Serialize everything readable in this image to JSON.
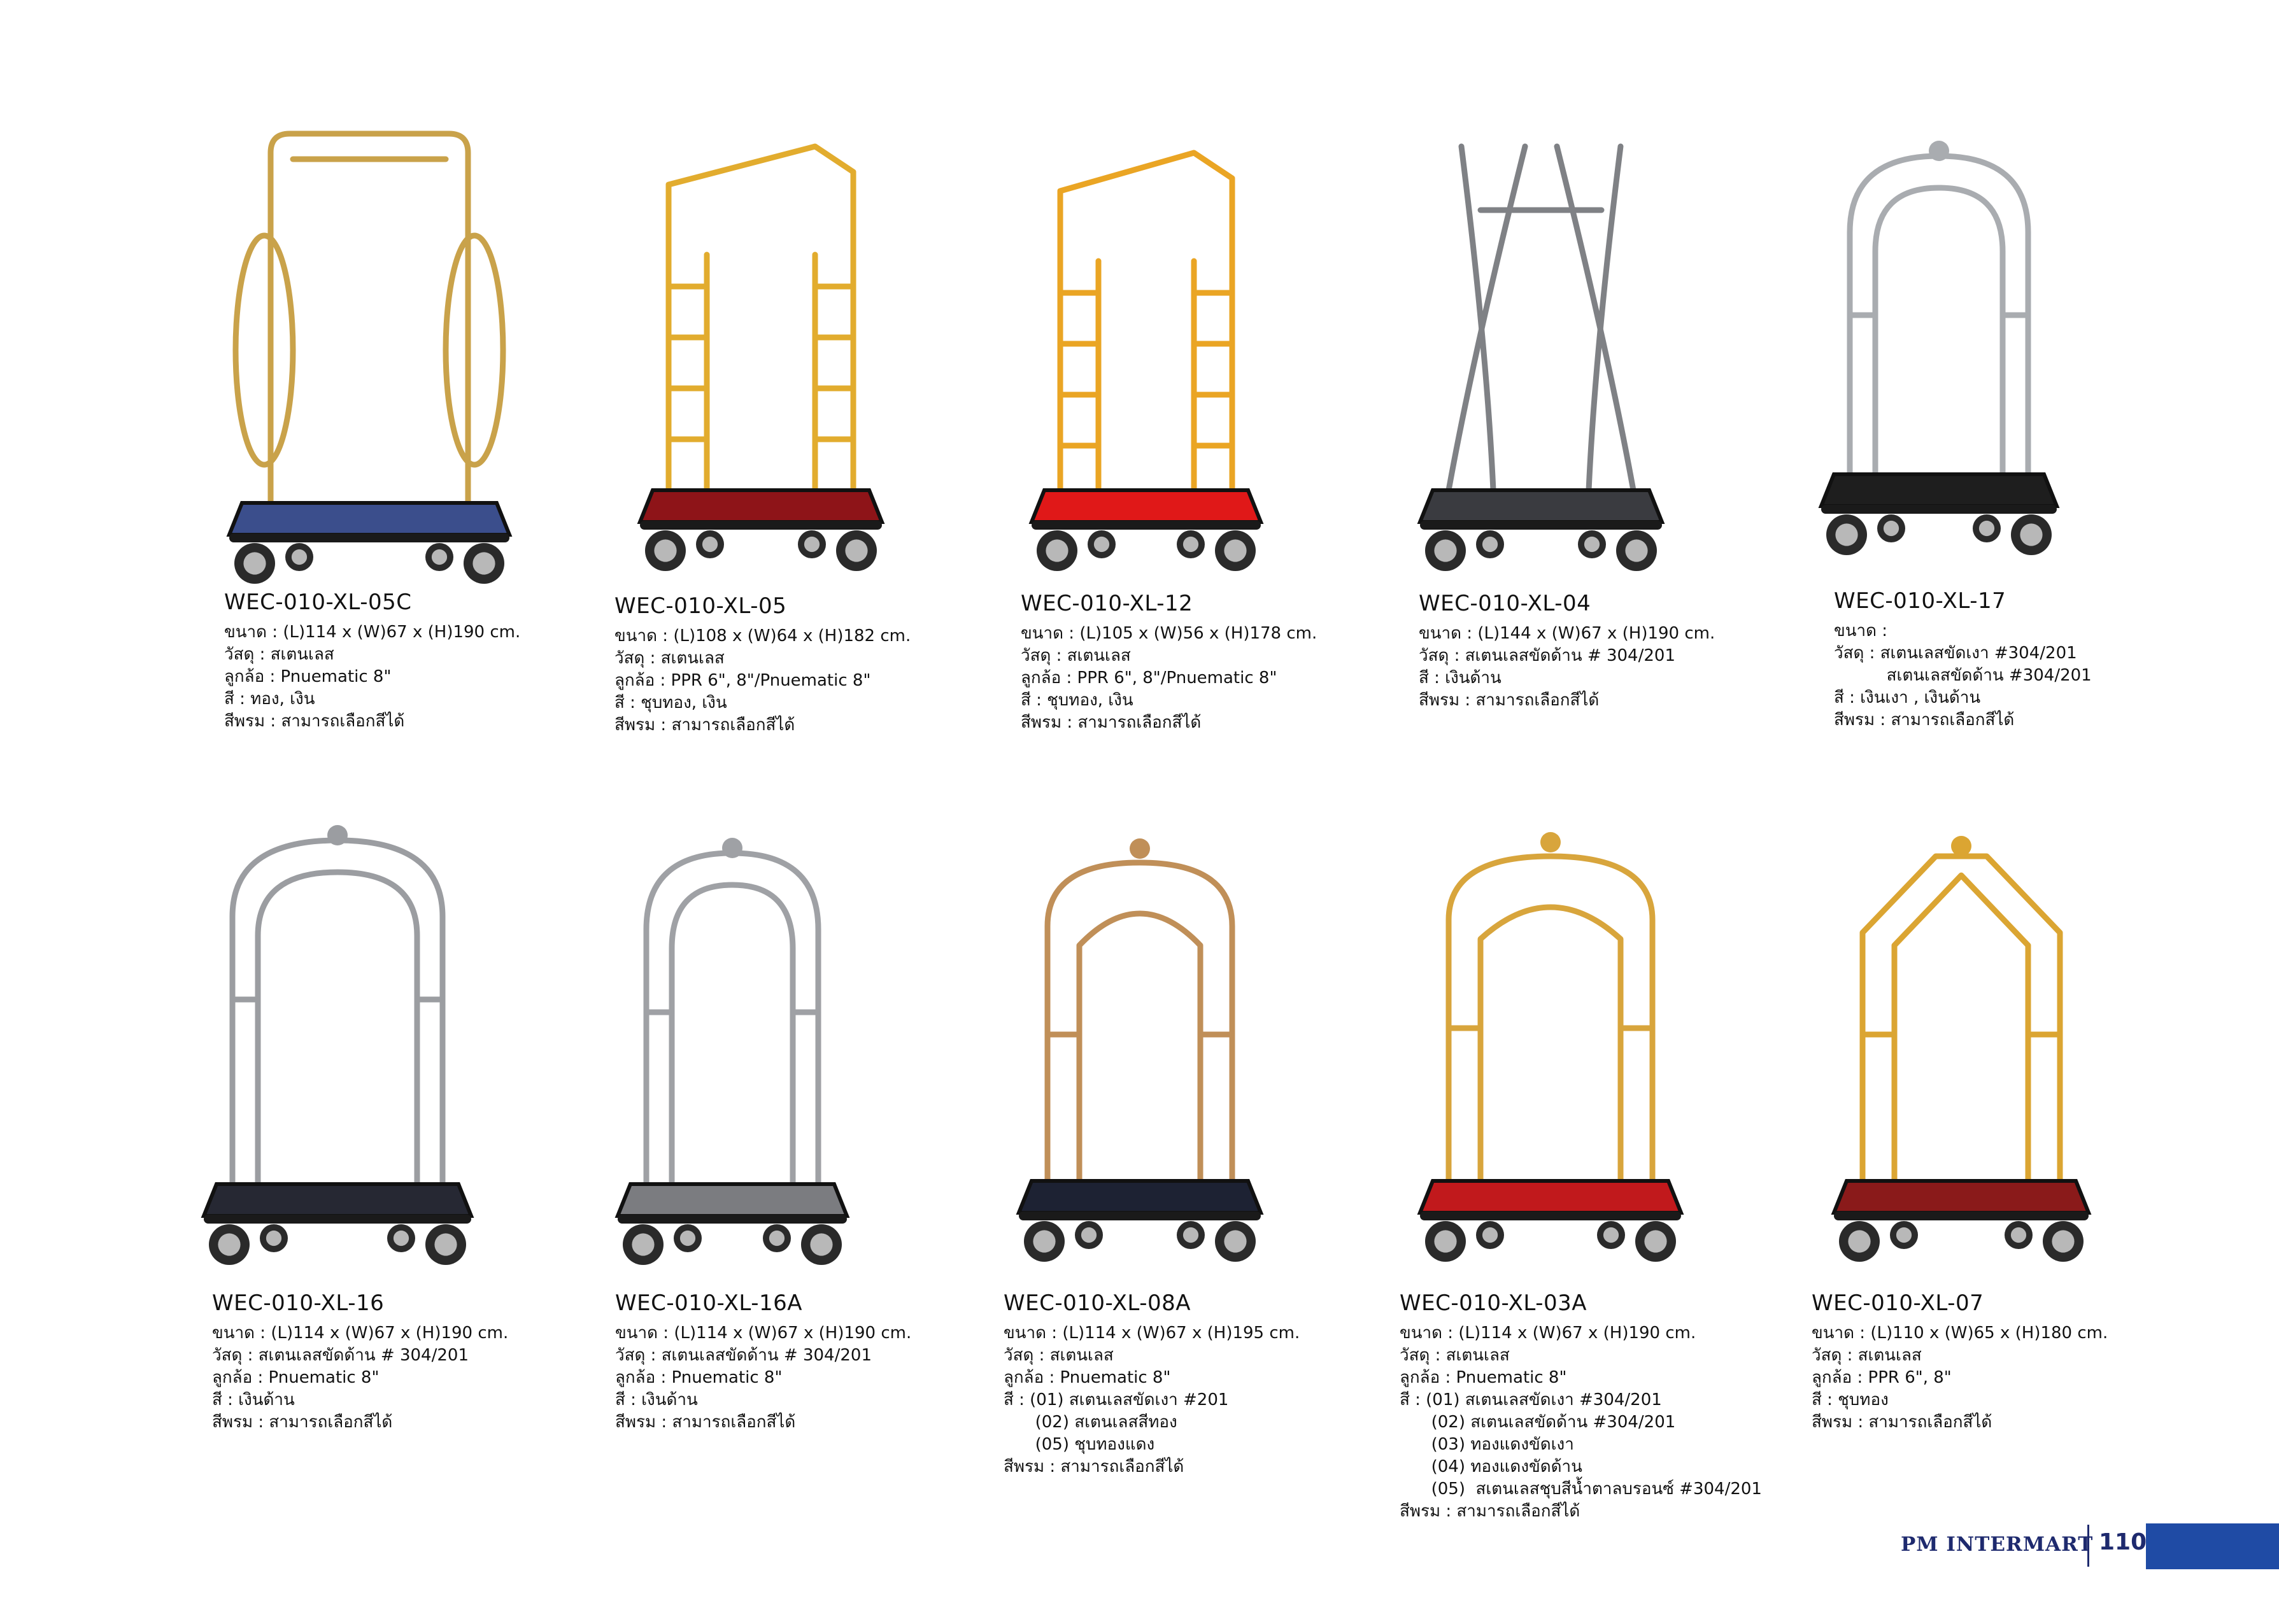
{
  "products": [
    {
      "model": "WEC-010-XL-05C",
      "specs": [
        "ขนาด : (L)114 x (W)67 x (H)190 cm.",
        "วัสดุ : สเตนเลส",
        "ลูกล้อ : Pnuematic 8\"",
        "สี : ทอง, เงิน",
        "สีพรม : สามารถเลือกสีได้"
      ],
      "frame_color": "#c9a24a",
      "carpet_color": "#3b4e8c",
      "style": "oval"
    },
    {
      "model": "WEC-010-XL-05",
      "specs": [
        "ขนาด : (L)108 x (W)64 x (H)182 cm.",
        "วัสดุ : สเตนเลส",
        "ลูกล้อ : PPR 6\", 8\"/Pnuematic 8\"",
        "สี : ชุบทอง, เงิน",
        "สีพรม : สามารถเลือกสีได้"
      ],
      "frame_color": "#e2ac2e",
      "carpet_color": "#8e1418",
      "style": "ladder"
    },
    {
      "model": "WEC-010-XL-12",
      "specs": [
        "ขนาด : (L)105 x (W)56 x (H)178 cm.",
        "วัสดุ : สเตนเลส",
        "ลูกล้อ : PPR 6\", 8\"/Pnuematic 8\"",
        "สี : ชุบทอง, เงิน",
        "สีพรม : สามารถเลือกสีได้"
      ],
      "frame_color": "#eaa524",
      "carpet_color": "#e01818",
      "style": "ladder"
    },
    {
      "model": "WEC-010-XL-04",
      "specs": [
        "ขนาด : (L)144 x (W)67 x (H)190 cm.",
        "วัสดุ : สเตนเลสขัดด้าน # 304/201",
        "สี : เงินด้าน",
        "สีพรม : สามารถเลือกสีได้"
      ],
      "frame_color": "#7f8185",
      "carpet_color": "#3a3b40",
      "style": "cross"
    },
    {
      "model": "WEC-010-XL-17",
      "specs": [
        "ขนาด :",
        "วัสดุ : สเตนเลสขัดเงา #304/201",
        "          สเตนเลสขัดด้าน #304/201",
        "สี : เงินเงา , เงินด้าน",
        "สีพรม : สามารถเลือกสีได้"
      ],
      "frame_color": "#a9acb0",
      "carpet_color": "#1e1e1e",
      "style": "cage"
    },
    {
      "model": "WEC-010-XL-16",
      "specs": [
        "ขนาด : (L)114 x (W)67 x (H)190 cm.",
        "วัสดุ : สเตนเลสขัดด้าน # 304/201",
        "ลูกล้อ : Pnuematic 8\"",
        "สี : เงินด้าน",
        "สีพรม : สามารถเลือกสีได้"
      ],
      "frame_color": "#9b9da1",
      "carpet_color": "#262833",
      "style": "arch"
    },
    {
      "model": "WEC-010-XL-16A",
      "specs": [
        "ขนาด : (L)114 x (W)67 x (H)190 cm.",
        "วัสดุ : สเตนเลสขัดด้าน # 304/201",
        "ลูกล้อ : Pnuematic 8\"",
        "สี : เงินด้าน",
        "สีพรม : สามารถเลือกสีได้"
      ],
      "frame_color": "#9fa1a5",
      "carpet_color": "#7b7c80",
      "style": "arch"
    },
    {
      "model": "WEC-010-XL-08A",
      "specs": [
        "ขนาด : (L)114 x (W)67 x (H)195 cm.",
        "วัสดุ : สเตนเลส",
        "ลูกล้อ : Pnuematic 8\"",
        "สี : (01) สเตนเลสขัดเงา #201",
        "      (02) สเตนเลสสีทอง",
        "      (05) ชุบทองแดง",
        "สีพรม : สามารถเลือกสีได้"
      ],
      "frame_color": "#c08f58",
      "carpet_color": "#1d2233",
      "style": "crown"
    },
    {
      "model": "WEC-010-XL-03A",
      "specs": [
        "ขนาด : (L)114 x (W)67 x (H)190 cm.",
        "วัสดุ : สเตนเลส",
        "ลูกล้อ : Pnuematic 8\"",
        "สี : (01) สเตนเลสขัดเงา #304/201",
        "      (02) สเตนเลสขัดด้าน #304/201",
        "      (03) ทองแดงขัดเงา",
        "      (04) ทองแดงขัดด้าน",
        "      (05)  สเตนเลสชุบสีน้ำตาลบรอนซ์ #304/201",
        "สีพรม : สามารถเลือกสีได้"
      ],
      "frame_color": "#d8a53c",
      "carpet_color": "#c1191c",
      "style": "birdcage"
    },
    {
      "model": "WEC-010-XL-07",
      "specs": [
        "ขนาด : (L)110 x (W)65 x (H)180 cm.",
        "วัสดุ : สเตนเลส",
        "ลูกล้อ : PPR 6\", 8\"",
        "สี : ชุบทอง",
        "สีพรม : สามารถเลือกสีได้"
      ],
      "frame_color": "#dba532",
      "carpet_color": "#8a1a1a",
      "style": "hex"
    }
  ],
  "footer": {
    "brand": "PM INTERMART",
    "page": "110",
    "accent": "#1f4ba5"
  }
}
